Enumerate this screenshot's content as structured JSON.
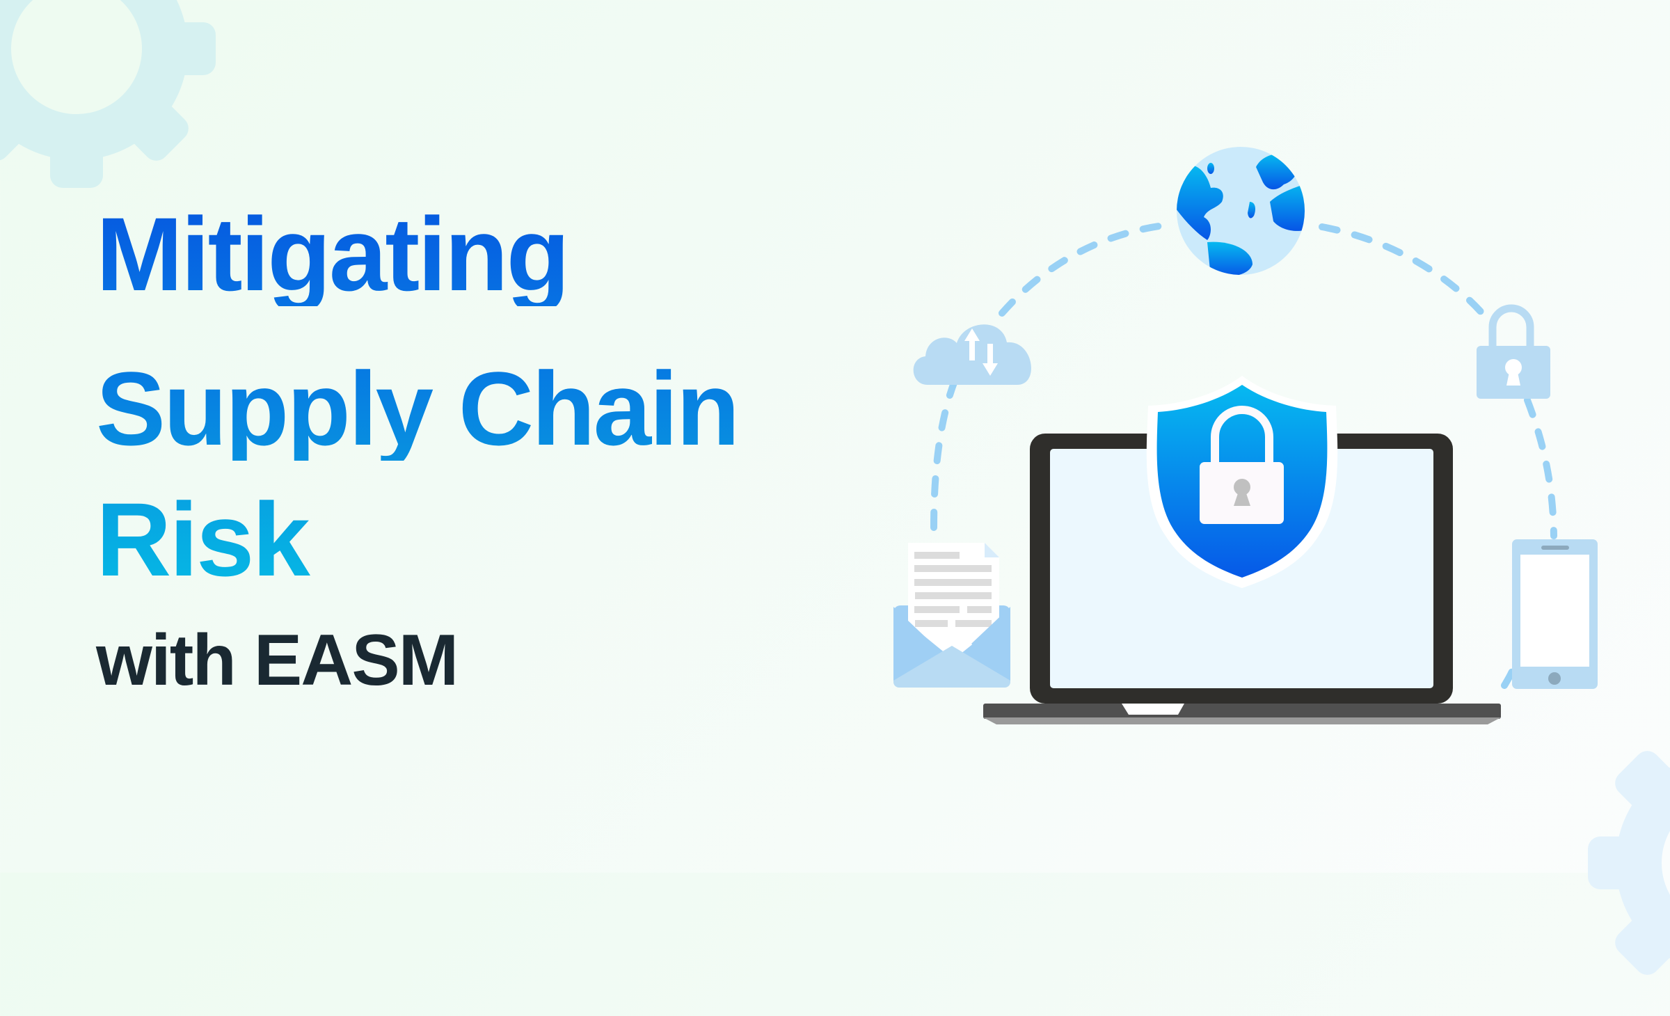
{
  "headline": {
    "line1": "Mitigating",
    "line2": "Supply Chain",
    "line3": "Risk",
    "subline": "with EASM"
  },
  "colors": {
    "background": "#eefbf1",
    "headline_blue_top": "#0659e0",
    "headline_cyan_bottom": "#06b8e4",
    "subline_dark": "#1a2932",
    "dashed_path": "#99d1f5",
    "icon_light_blue": "#b8dbf3",
    "laptop_frame": "#2f2e2b",
    "laptop_screen": "#ecf8fe",
    "shield_top": "#06b9f0",
    "shield_bottom": "#0659e8",
    "gear_top_left": "#d6f1f1",
    "gear_bottom_right": "#e3f2fc"
  },
  "illustration": {
    "icons": [
      "globe-icon",
      "cloud-sync-icon",
      "padlock-icon",
      "shield-lock-icon",
      "laptop-icon",
      "envelope-document-icon",
      "smartphone-icon"
    ]
  }
}
